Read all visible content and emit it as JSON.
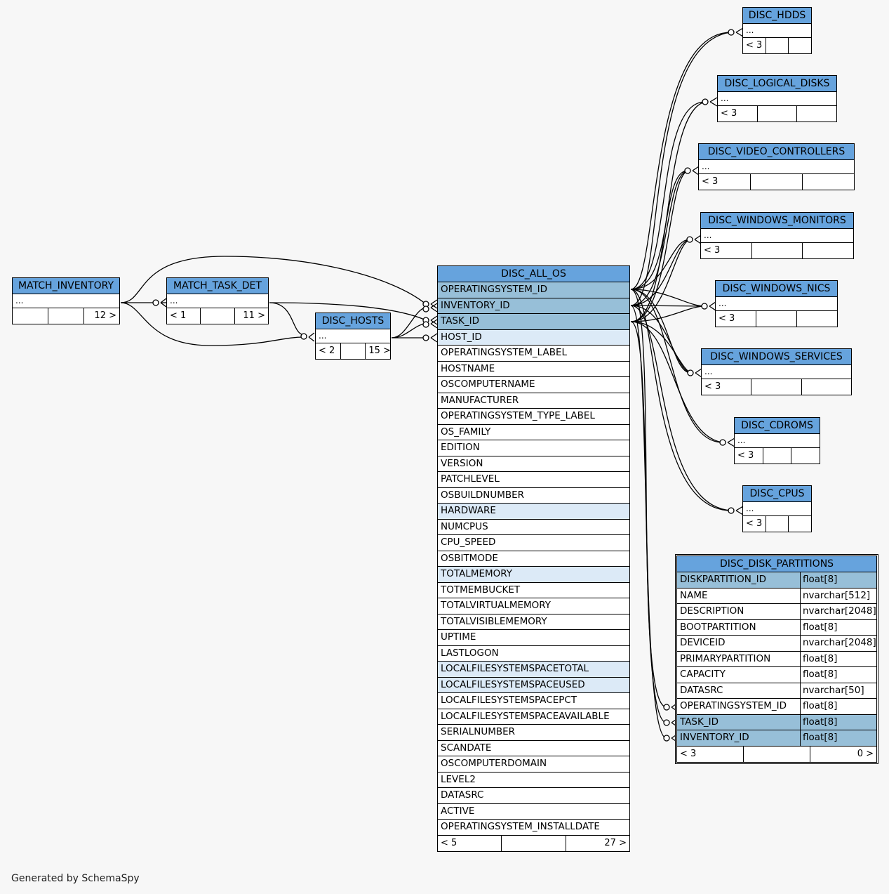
{
  "credit": "Generated by SchemaSpy",
  "colors": {
    "header": "#66a3dd",
    "primary_key": "#97bfd8",
    "indexed": "#dceaf7",
    "background": "#f7f7f7"
  },
  "tables": {
    "match_inventory": {
      "name": "MATCH_INVENTORY",
      "ellipsis": "...",
      "foot": [
        "",
        "",
        "12 >"
      ]
    },
    "match_task_det": {
      "name": "MATCH_TASK_DET",
      "ellipsis": "...",
      "foot": [
        "< 1",
        "",
        "11 >"
      ]
    },
    "disc_hosts": {
      "name": "DISC_HOSTS",
      "ellipsis": "...",
      "foot": [
        "< 2",
        "",
        "15 >"
      ]
    },
    "disc_all_os": {
      "name": "DISC_ALL_OS",
      "columns": [
        {
          "name": "OPERATINGSYSTEM_ID",
          "style": "pk"
        },
        {
          "name": "INVENTORY_ID",
          "style": "pk"
        },
        {
          "name": "TASK_ID",
          "style": "pk"
        },
        {
          "name": "HOST_ID",
          "style": "idx"
        },
        {
          "name": "OPERATINGSYSTEM_LABEL",
          "style": ""
        },
        {
          "name": "HOSTNAME",
          "style": ""
        },
        {
          "name": "OSCOMPUTERNAME",
          "style": ""
        },
        {
          "name": "MANUFACTURER",
          "style": ""
        },
        {
          "name": "OPERATINGSYSTEM_TYPE_LABEL",
          "style": ""
        },
        {
          "name": "OS_FAMILY",
          "style": ""
        },
        {
          "name": "EDITION",
          "style": ""
        },
        {
          "name": "VERSION",
          "style": ""
        },
        {
          "name": "PATCHLEVEL",
          "style": ""
        },
        {
          "name": "OSBUILDNUMBER",
          "style": ""
        },
        {
          "name": "HARDWARE",
          "style": "idx"
        },
        {
          "name": "NUMCPUS",
          "style": ""
        },
        {
          "name": "CPU_SPEED",
          "style": ""
        },
        {
          "name": "OSBITMODE",
          "style": ""
        },
        {
          "name": "TOTALMEMORY",
          "style": "idx"
        },
        {
          "name": "TOTMEMBUCKET",
          "style": ""
        },
        {
          "name": "TOTALVIRTUALMEMORY",
          "style": ""
        },
        {
          "name": "TOTALVISIBLEMEMORY",
          "style": ""
        },
        {
          "name": "UPTIME",
          "style": ""
        },
        {
          "name": "LASTLOGON",
          "style": ""
        },
        {
          "name": "LOCALFILESYSTEMSPACETOTAL",
          "style": "idx"
        },
        {
          "name": "LOCALFILESYSTEMSPACEUSED",
          "style": "idx"
        },
        {
          "name": "LOCALFILESYSTEMSPACEPCT",
          "style": ""
        },
        {
          "name": "LOCALFILESYSTEMSPACEAVAILABLE",
          "style": ""
        },
        {
          "name": "SERIALNUMBER",
          "style": ""
        },
        {
          "name": "SCANDATE",
          "style": ""
        },
        {
          "name": "OSCOMPUTERDOMAIN",
          "style": ""
        },
        {
          "name": "LEVEL2",
          "style": ""
        },
        {
          "name": "DATASRC",
          "style": ""
        },
        {
          "name": "ACTIVE",
          "style": ""
        },
        {
          "name": "OPERATINGSYSTEM_INSTALLDATE",
          "style": ""
        }
      ],
      "foot": [
        "< 5",
        "",
        "27 >"
      ]
    },
    "disc_hdds": {
      "name": "DISC_HDDS",
      "ellipsis": "...",
      "foot": [
        "< 3",
        "",
        ""
      ]
    },
    "disc_logical_disks": {
      "name": "DISC_LOGICAL_DISKS",
      "ellipsis": "...",
      "foot": [
        "< 3",
        "",
        ""
      ]
    },
    "disc_video_controllers": {
      "name": "DISC_VIDEO_CONTROLLERS",
      "ellipsis": "...",
      "foot": [
        "< 3",
        "",
        ""
      ]
    },
    "disc_windows_monitors": {
      "name": "DISC_WINDOWS_MONITORS",
      "ellipsis": "...",
      "foot": [
        "< 3",
        "",
        ""
      ]
    },
    "disc_windows_nics": {
      "name": "DISC_WINDOWS_NICS",
      "ellipsis": "...",
      "foot": [
        "< 3",
        "",
        ""
      ]
    },
    "disc_windows_services": {
      "name": "DISC_WINDOWS_SERVICES",
      "ellipsis": "...",
      "foot": [
        "< 3",
        "",
        ""
      ]
    },
    "disc_cdroms": {
      "name": "DISC_CDROMS",
      "ellipsis": "...",
      "foot": [
        "< 3",
        "",
        ""
      ]
    },
    "disc_cpus": {
      "name": "DISC_CPUS",
      "ellipsis": "...",
      "foot": [
        "< 3",
        "",
        ""
      ]
    },
    "disc_disk_partitions": {
      "name": "DISC_DISK_PARTITIONS",
      "columns": [
        {
          "name": "DISKPARTITION_ID",
          "type": "float[8]",
          "style": "pk"
        },
        {
          "name": "NAME",
          "type": "nvarchar[512]",
          "style": ""
        },
        {
          "name": "DESCRIPTION",
          "type": "nvarchar[2048]",
          "style": ""
        },
        {
          "name": "BOOTPARTITION",
          "type": "float[8]",
          "style": ""
        },
        {
          "name": "DEVICEID",
          "type": "nvarchar[2048]",
          "style": ""
        },
        {
          "name": "PRIMARYPARTITION",
          "type": "float[8]",
          "style": ""
        },
        {
          "name": "CAPACITY",
          "type": "float[8]",
          "style": ""
        },
        {
          "name": "DATASRC",
          "type": "nvarchar[50]",
          "style": ""
        },
        {
          "name": "OPERATINGSYSTEM_ID",
          "type": "float[8]",
          "style": ""
        },
        {
          "name": "TASK_ID",
          "type": "float[8]",
          "style": "pk"
        },
        {
          "name": "INVENTORY_ID",
          "type": "float[8]",
          "style": "pk"
        }
      ],
      "foot": [
        "< 3",
        "",
        "0 >"
      ]
    }
  }
}
